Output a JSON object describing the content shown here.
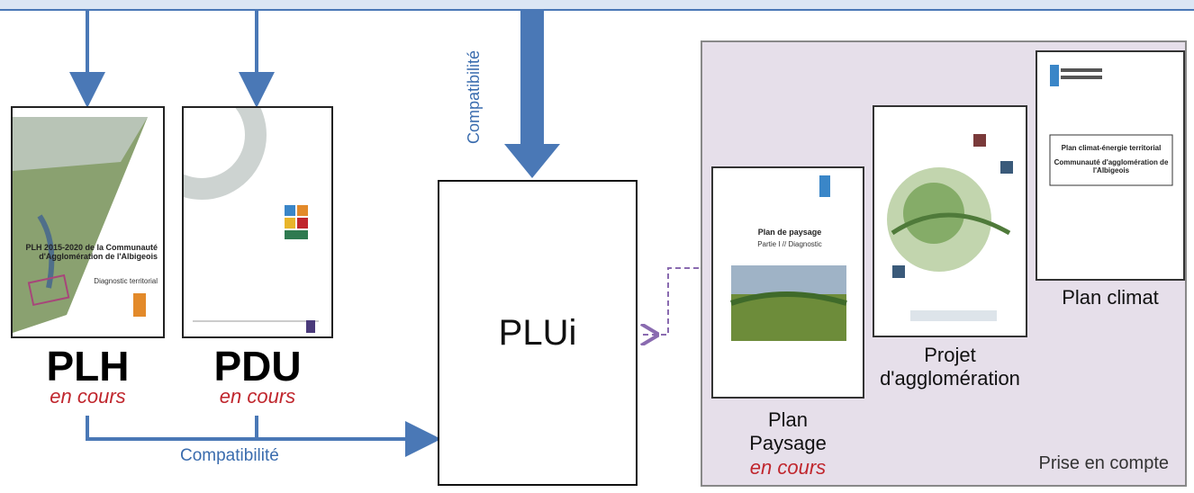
{
  "plh": {
    "title": "PLH",
    "status": "en cours",
    "cover_text": "PLH 2015-2020 de la Communauté d'Agglomération de l'Albigeois",
    "cover_sub": "Diagnostic territorial"
  },
  "pdu": {
    "title": "PDU",
    "status": "en cours"
  },
  "plui": {
    "label": "PLUi"
  },
  "compat_horizontal": "Compatibilité",
  "compat_vertical": "Compatibilité",
  "plan_paysage": {
    "line1": "Plan",
    "line2": "Paysage",
    "status": "en cours",
    "cover_title": "Plan de paysage",
    "cover_sub": "Partie I // Diagnostic"
  },
  "projet_agglo": {
    "line1": "Projet",
    "line2": "d'agglomération"
  },
  "plan_climat": {
    "label": "Plan climat",
    "cover_title": "Plan climat-énergie territorial",
    "cover_sub": "Communauté d'agglomération de l'Albigeois"
  },
  "prise_en_compte": "Prise en compte",
  "colors": {
    "arrow_blue": "#4a78b6",
    "status_red": "#c0262d",
    "panel": "#e6dfea",
    "dashed": "#8a6bb0"
  }
}
